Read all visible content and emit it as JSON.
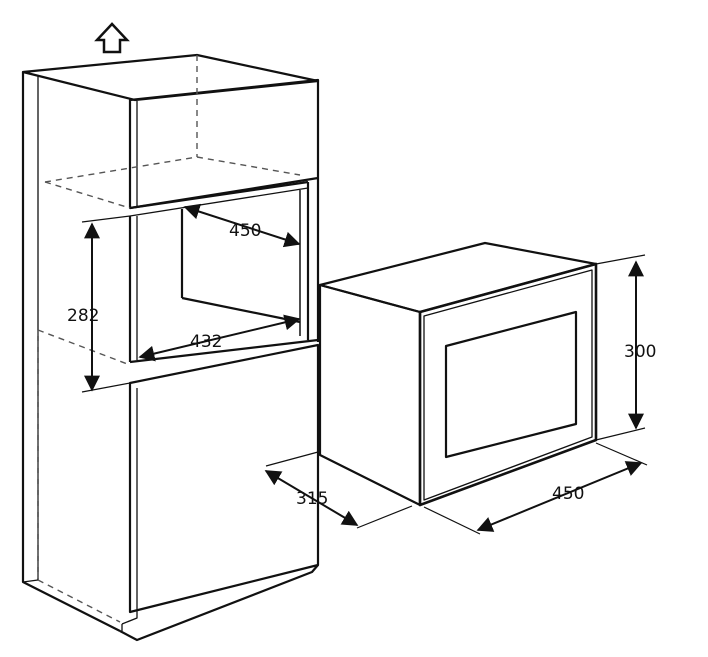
{
  "diagram": {
    "cabinet": {
      "niche_depth": "450",
      "niche_height": "282",
      "niche_width": "432"
    },
    "appliance": {
      "height": "300",
      "depth": "315",
      "width": "450"
    },
    "colors": {
      "line": "#111111",
      "dashed": "#555555",
      "background": "#ffffff"
    },
    "icons": {
      "up_arrow": "up-arrow-icon"
    }
  }
}
